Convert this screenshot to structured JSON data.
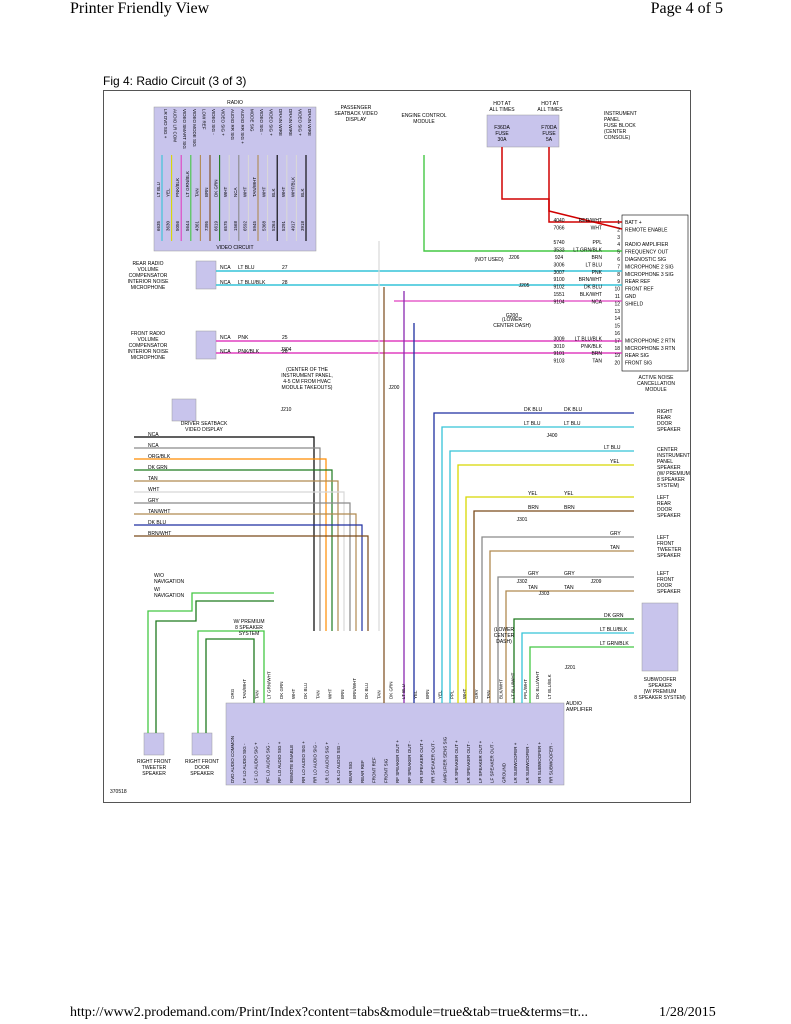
{
  "header": {
    "left": "Printer Friendly View",
    "right": "Page 4 of 5"
  },
  "figure": {
    "title": "Fig 4: Radio Circuit (3 of 3)",
    "id": "370518"
  },
  "footer": {
    "url": "http://www2.prodemand.com/Print/Index?content=tabs&module=true&tab=true&terms=tr...",
    "date": "1/28/2015"
  },
  "components": {
    "radio": "RADIO",
    "video_circuit": "VIDEO CIRCUIT",
    "passenger_display": [
      "PASSENGER",
      "SEATBACK VIDEO",
      "DISPLAY"
    ],
    "ecm": [
      "ENGINE CONTROL",
      "MODULE"
    ],
    "hot_at_all_times_1": [
      "HOT AT",
      "ALL TIMES"
    ],
    "hot_at_all_times_2": [
      "HOT AT",
      "ALL TIMES"
    ],
    "fuse_f36": [
      "F36DA",
      "FUSE",
      "30A"
    ],
    "fuse_f70": [
      "F70DA",
      "FUSE",
      "5A"
    ],
    "fuse_block": [
      "INSTRUMENT",
      "PANEL",
      "FUSE BLOCK",
      "(CENTER",
      "CONSOLE)"
    ],
    "rear_mic": [
      "REAR RADIO",
      "VOLUME",
      "COMPENSATOR",
      "INTERIOR NOISE",
      "MICROPHONE"
    ],
    "front_mic": [
      "FRONT RADIO",
      "VOLUME",
      "COMPENSATOR",
      "INTERIOR NOISE",
      "MICROPHONE"
    ],
    "anc_module": [
      "ACTIVE NOISE",
      "CANCELLATION",
      "MODULE"
    ],
    "instrument_panel_note": [
      "(CENTER OF THE",
      "INSTRUMENT PANEL,",
      "4-5 CM FROM HVAC",
      "MODULE TAKEOUTS)"
    ],
    "driver_display": [
      "DRIVER SEATBACK",
      "VIDEO DISPLAY"
    ],
    "lower_dash": [
      "(LOWER",
      "CENTER DASH)"
    ],
    "lower_dash_2": [
      "(LOWER",
      "CENTER",
      "DASH)"
    ],
    "right_rear": [
      "RIGHT",
      "REAR",
      "DOOR",
      "SPEAKER"
    ],
    "center_ip": [
      "CENTER",
      "INSTRUMENT",
      "PANEL",
      "SPEAKER",
      "(W/ PREMIUM",
      "8 SPEAKER",
      "SYSTEM)"
    ],
    "left_rear": [
      "LEFT",
      "REAR",
      "DOOR",
      "SPEAKER"
    ],
    "left_front_tweeter": [
      "LEFT",
      "FRONT",
      "TWEETER",
      "SPEAKER"
    ],
    "left_front_door": [
      "LEFT",
      "FRONT",
      "DOOR",
      "SPEAKER"
    ],
    "subwoofer": [
      "SUBWOOFER",
      "SPEAKER",
      "(W/ PREMIUM",
      "8 SPEAKER SYSTEM)"
    ],
    "rf_tweeter": [
      "RIGHT FRONT",
      "TWEETER",
      "SPEAKER"
    ],
    "rf_door": [
      "RIGHT FRONT",
      "DOOR",
      "SPEAKER"
    ],
    "audio_amp": [
      "AUDIO",
      "AMPLIFIER"
    ],
    "premium_note": [
      "W/ PREMIUM",
      "8 SPEAKER",
      "SYSTEM"
    ],
    "w_o_nav": [
      "W/O",
      "NAVIGATION"
    ],
    "w_nav": [
      "W/",
      "NAVIGATION"
    ],
    "not_used": "(NOT USED)",
    "ground_g200": "G200"
  },
  "radio_pins": [
    "LR DVD SIG +",
    "AUDIO LR COM",
    "VIDEO SMART SIG",
    "VIDEO MODE SIG",
    "LOW REF",
    "VIDEO SIG -",
    "VIDEO SIG +",
    "AUDIO RR SIG",
    "AUDIO RR SIG +",
    "MODE SIG",
    "VIDEO SIG -",
    "VIDEO SIG +",
    "DRAIN WIRE",
    "DRAIN WIRE",
    "VIDEO SIG +",
    "DRAIN WIRE"
  ],
  "radio_wire_colors": [
    "LT BLU",
    "YEL",
    "PNK/BLK",
    "LT GRN/BLK",
    "TAN",
    "BRN",
    "DK GRN",
    "WHT",
    "NCA",
    "WHT",
    "TAN/WHT",
    "WHT",
    "BLK",
    "WHT",
    "WHT/BLK",
    "BLK"
  ],
  "radio_circuits": [
    "6635",
    "3630",
    "5056",
    "5644",
    "4361",
    "7395",
    "6619",
    "6575",
    "1568",
    "6592",
    "5945",
    "5368",
    "5264",
    "5291",
    "4917",
    "3918"
  ],
  "anc_pins": [
    {
      "num": "1",
      "label": "BATT +",
      "wire": "RED/WHT",
      "circuit": "4040"
    },
    {
      "num": "2",
      "label": "REMOTE ENABLE",
      "wire": "WHT",
      "circuit": "7066"
    },
    {
      "num": "3",
      "label": "",
      "wire": "",
      "circuit": ""
    },
    {
      "num": "4",
      "label": "RADIO AMPLIFIER",
      "wire": "PPL",
      "circuit": "5740"
    },
    {
      "num": "5",
      "label": "FREQUENCY OUT",
      "wire": "LT GRN/BLK",
      "circuit": "3533"
    },
    {
      "num": "6",
      "label": "DIAGNOSTIC SIG",
      "wire": "BRN",
      "circuit": "924"
    },
    {
      "num": "7",
      "label": "MICROPHONE 2 SIG",
      "wire": "LT BLU",
      "circuit": "3006"
    },
    {
      "num": "8",
      "label": "MICROPHONE 3 SIG",
      "wire": "PNK",
      "circuit": "3007"
    },
    {
      "num": "9",
      "label": "REAR REF",
      "wire": "BRN/WHT",
      "circuit": "9100"
    },
    {
      "num": "10",
      "label": "FRONT REF",
      "wire": "DK BLU",
      "circuit": "9102"
    },
    {
      "num": "11",
      "label": "GND",
      "wire": "BLK/WHT",
      "circuit": "1551"
    },
    {
      "num": "12",
      "label": "SHIELD",
      "wire": "NCA",
      "circuit": "9104"
    },
    {
      "num": "13",
      "label": "",
      "wire": "",
      "circuit": ""
    },
    {
      "num": "14",
      "label": "",
      "wire": "",
      "circuit": ""
    },
    {
      "num": "15",
      "label": "",
      "wire": "",
      "circuit": ""
    },
    {
      "num": "16",
      "label": "",
      "wire": "",
      "circuit": ""
    },
    {
      "num": "17",
      "label": "MICROPHONE 2 RTN",
      "wire": "LT BLU/BLK",
      "circuit": "3009"
    },
    {
      "num": "18",
      "label": "MICROPHONE 3 RTN",
      "wire": "PNK/BLK",
      "circuit": "3010"
    },
    {
      "num": "19",
      "label": "REAR SIG",
      "wire": "BRN",
      "circuit": "9101"
    },
    {
      "num": "20",
      "label": "FRONT SIG",
      "wire": "TAN",
      "circuit": "9103"
    }
  ],
  "amp_pins": [
    "DVD AUDIO COMMON",
    "LF LO AUDIO SIG -",
    "LF LO AUDIO SIG +",
    "RF LO AUDIO SIG -",
    "RF LO AUDIO SIG +",
    "REMOTE ENABLE",
    "RR LO AUDIO SIG +",
    "RR LO AUDIO SIG -",
    "LR LO AUDIO SIG +",
    "LR LO AUDIO SIG -",
    "REAR SIG",
    "REAR REF",
    "FRONT REF",
    "FRONT SIG",
    "RF SPEAKER OUT +",
    "RF SPEAKER OUT -",
    "RR SPEAKER OUT +",
    "RR SPEAKER OUT -",
    "AMPLIFIER SENS SIG",
    "LR SPEAKER OUT +",
    "LR SPEAKER OUT -",
    "LF SPEAKER OUT +",
    "LF SPEAKER OUT -",
    "GROUND",
    "LR SUBWOOFER +",
    "LR SUBWOOFER -",
    "RR SUBWOOFER +",
    "RR SUBWOOFER -"
  ],
  "amp_wire_colors": [
    "ORG",
    "TAN/WHT",
    "TAN",
    "LT GRN/WHT",
    "DK GRN",
    "WHT",
    "DK BLU",
    "TAN",
    "WHT",
    "BRN",
    "BRN/WHT",
    "DK BLU",
    "TAN",
    "DK GRN",
    "LT BLU",
    "YEL",
    "BRN",
    "YEL",
    "PPL",
    "WHT",
    "GRY",
    "TAN",
    "BLK/WHT",
    "LT BLU/WHT",
    "PPL/WHT",
    "DK BLU/WHT",
    "LT BLU/BLK"
  ],
  "speaker_labels": {
    "rr": [
      "DK BLU",
      "DK BLU",
      "LT BLU",
      "LT BLU"
    ],
    "center": [
      "LT BLU",
      "YEL"
    ],
    "lr": [
      "YEL",
      "YEL",
      "BRN",
      "BRN"
    ],
    "lft": [
      "GRY",
      "TAN"
    ],
    "lfd": [
      "GRY",
      "GRY",
      "TAN",
      "TAN"
    ],
    "sub": [
      "DK GRN",
      "LT BLU/BLK",
      "LT GRN/BLK"
    ]
  },
  "left_side_wires": [
    "NCA",
    "NCA",
    "ORG/BLK",
    "DK GRN",
    "TAN",
    "WHT",
    "GRY",
    "TAN/WHT",
    "DK BLU",
    "BRN/WHT"
  ],
  "mic_wires": {
    "rear": [
      "NCA",
      "LT BLU",
      "NCA",
      "LT BLU/BLK",
      "27",
      "28"
    ],
    "front": [
      "NCA",
      "PNK",
      "NCA",
      "PNK/BLK",
      "25",
      "26"
    ]
  },
  "connectors": [
    "J205",
    "J206",
    "J400",
    "J209",
    "J304",
    "J210",
    "J301",
    "J302",
    "J303",
    "J200",
    "J201"
  ],
  "wire_colors": {
    "lt_blu": "#35c4d8",
    "pnk": "#e040c0",
    "yel": "#d8d800",
    "lt_grn": "#44c844",
    "red": "#d00000",
    "dk_grn": "#1f7a1f",
    "tan": "#b08a50",
    "brn": "#7a4a1a",
    "dk_blu": "#1f2fa0",
    "ppl": "#8a2ab0",
    "gry": "#8a8a8a",
    "org": "#ff8c00",
    "blk": "#000000",
    "wht": "#d8d8d8",
    "component_fill": "#c8c4ec"
  }
}
